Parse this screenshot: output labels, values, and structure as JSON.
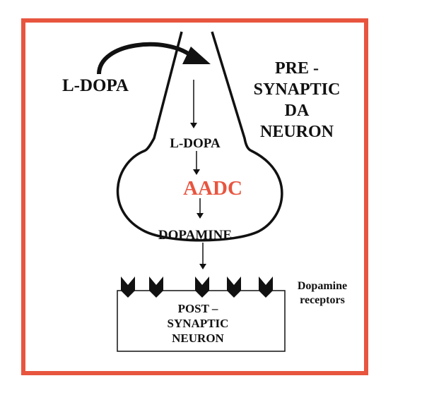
{
  "colors": {
    "frame": "#e8553f",
    "enzyme": "#e8553f",
    "ink": "#111111",
    "background": "#ffffff"
  },
  "labels": {
    "ldopa_outside": "L-DOPA",
    "presynaptic_line1": "PRE -",
    "presynaptic_line2": "SYNAPTIC",
    "presynaptic_line3": "DA",
    "presynaptic_line4": "NEURON",
    "ldopa_inside": "L-DOPA",
    "enzyme": "AADC",
    "dopamine": "DOPAMINE",
    "receptors_line1": "Dopamine",
    "receptors_line2": "receptors",
    "postsynaptic_line1": "POST –",
    "postsynaptic_line2": "SYNAPTIC",
    "postsynaptic_line3": "NEURON"
  },
  "icons": {
    "receptor": "chevron-receptor-icon",
    "uptake_arrow": "curved-arrow-icon"
  }
}
